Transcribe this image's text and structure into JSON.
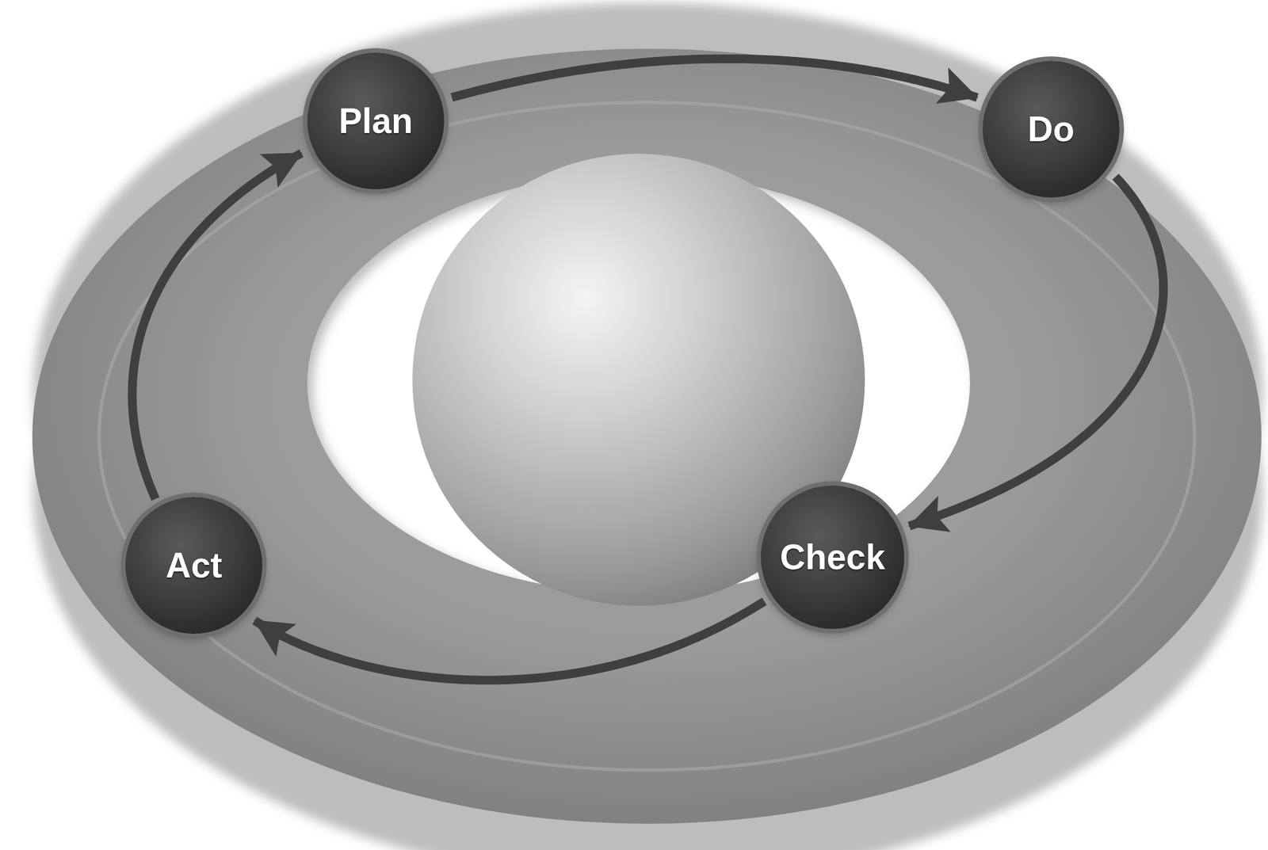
{
  "diagram": {
    "nodes": [
      {
        "text": [
          "Plan"
        ]
      },
      {
        "text": [
          "Do"
        ]
      },
      {
        "text": [
          "Check"
        ]
      },
      {
        "text": [
          "Act"
        ]
      }
    ],
    "edges": [
      {
        "from": 0,
        "to": 1,
        "arrow": "to"
      },
      {
        "from": 1,
        "to": 2,
        "arrow": "to"
      },
      {
        "from": 2,
        "to": 3,
        "arrow": "to"
      },
      {
        "from": 3,
        "to": 0,
        "arrow": "to"
      }
    ]
  }
}
